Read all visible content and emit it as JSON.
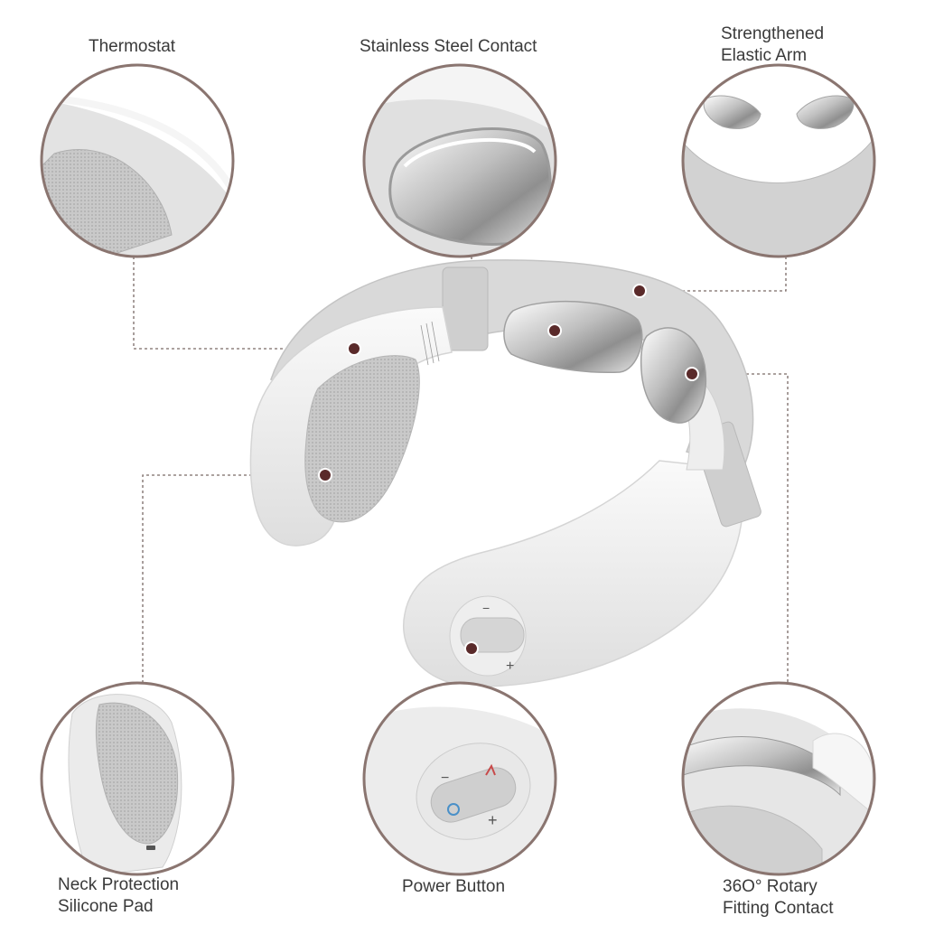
{
  "labels": {
    "thermostat": "Thermostat",
    "stainless_steel_contact": "Stainless Steel Contact",
    "strengthened_line1": "Strengthened",
    "strengthened_line2": "Elastic Arm",
    "neck_protection_line1": "Neck Protection",
    "neck_protection_line2": "Silicone Pad",
    "power_button": "Power Button",
    "rotary_line1": "36O° Rotary",
    "rotary_line2": "Fitting Contact"
  },
  "device_controls": {
    "minus": "−",
    "plus": "+"
  },
  "colors": {
    "circle_border": "#8a7570",
    "leader_line": "#7a6a66",
    "marker_dot": "#5a2a2a",
    "device_body": "#f3f3f3",
    "device_grey": "#c8c8c8",
    "steel": "#d9d9d9",
    "text": "#3a3a3a"
  }
}
